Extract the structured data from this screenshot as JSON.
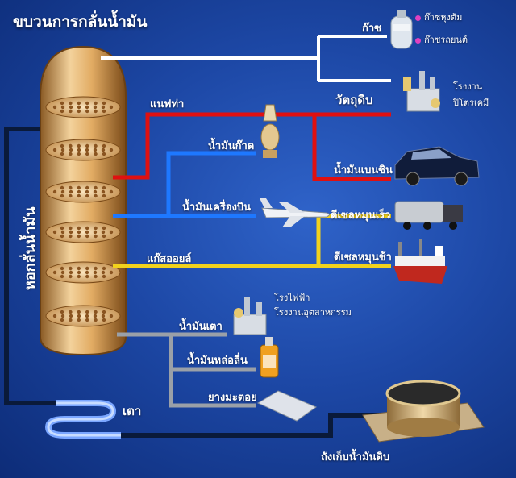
{
  "title": "ขบวนการกลั่นน้ำมัน",
  "column_label": "หอกลั่นน้ำมัน",
  "products": {
    "gas": "ก๊าซ",
    "cooking_gas": "ก๊าซหุงต้ม",
    "vehicle_gas": "ก๊าซรถยนต์",
    "petrochem_feed": "วัตถุดิบ",
    "petrochem_plant": "โรงงาน",
    "petrochem_plant_line2": "ปิโตรเคมี",
    "naphtha": "แนฟท่า",
    "kerosene": "น้ำมันก๊าด",
    "gasoline": "น้ำมันเบนซิน",
    "jet_fuel": "น้ำมันเครื่องบิน",
    "high_speed_diesel": "ดีเซลหมุนเร็ว",
    "gas_oil": "แก๊สออยล์",
    "low_speed_diesel": "ดีเซลหมุนช้า",
    "fuel_oil": "น้ำมันเตา",
    "power_plant": "โรงไฟฟ้า",
    "industrial_plant": "โรงงานอุตสาหกรรม",
    "lube_oil": "น้ำมันหล่อลื่น",
    "asphalt": "ยางมะตอย",
    "furnace": "เตา",
    "crude_tank": "ถังเก็บน้ำมันดิบ"
  },
  "colors": {
    "background": "#1d48a6",
    "gas_line": "#ffffff",
    "naphtha_line": "#e01010",
    "kerosene_line": "#1e78ff",
    "gasoil_line": "#f2d21c",
    "fueloil_line": "#9aa0a8",
    "crude_line": "#0a1a3a",
    "column": "#d8a05a"
  },
  "icons": [
    "gas-cylinder-icon",
    "factory-icon",
    "oil-lamp-icon",
    "car-icon",
    "airplane-icon",
    "truck-icon",
    "ship-icon",
    "oil-bottle-icon",
    "asphalt-slab-icon",
    "storage-tank-icon",
    "furnace-coil-icon"
  ]
}
